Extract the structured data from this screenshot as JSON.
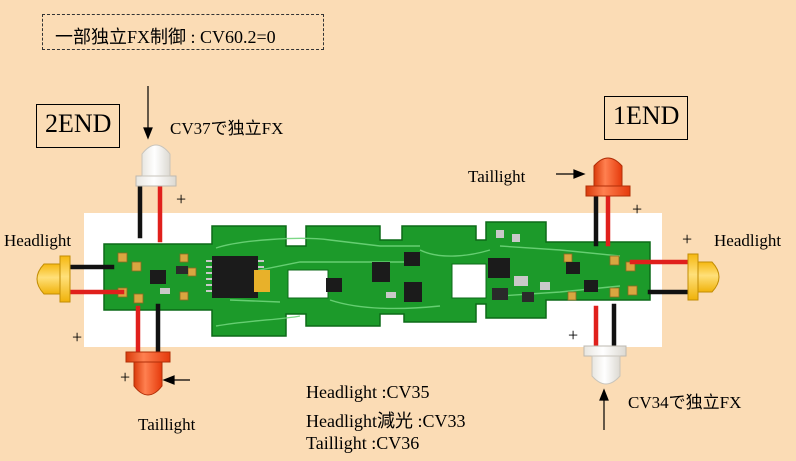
{
  "note": "一部独立FX制御 : CV60.2=0",
  "end2": {
    "label": "2END",
    "instruction": "CV37で独立FX"
  },
  "end1": {
    "label": "1END",
    "instruction": "CV34で独立FX"
  },
  "labels": {
    "headlight_left": "Headlight",
    "headlight_right": "Headlight",
    "taillight_left": "Taillight",
    "taillight_right": "Taillight",
    "plus": "+"
  },
  "cv_list": [
    {
      "name": "Headlight",
      "sep": " :",
      "cv": "CV35"
    },
    {
      "name": "Headlight減光",
      "sep": " :",
      "cv": "CV33"
    },
    {
      "name": "Taillight",
      "sep": " :",
      "cv": "CV36"
    }
  ],
  "colors": {
    "background": "#fbdcb5",
    "board_bg": "#ffffff",
    "pcb_green": "#1c9a2a",
    "led_red": "#ff4a12",
    "led_yellow": "#f8c31c",
    "wire_red": "#e0201c",
    "wire_black": "#111111"
  }
}
